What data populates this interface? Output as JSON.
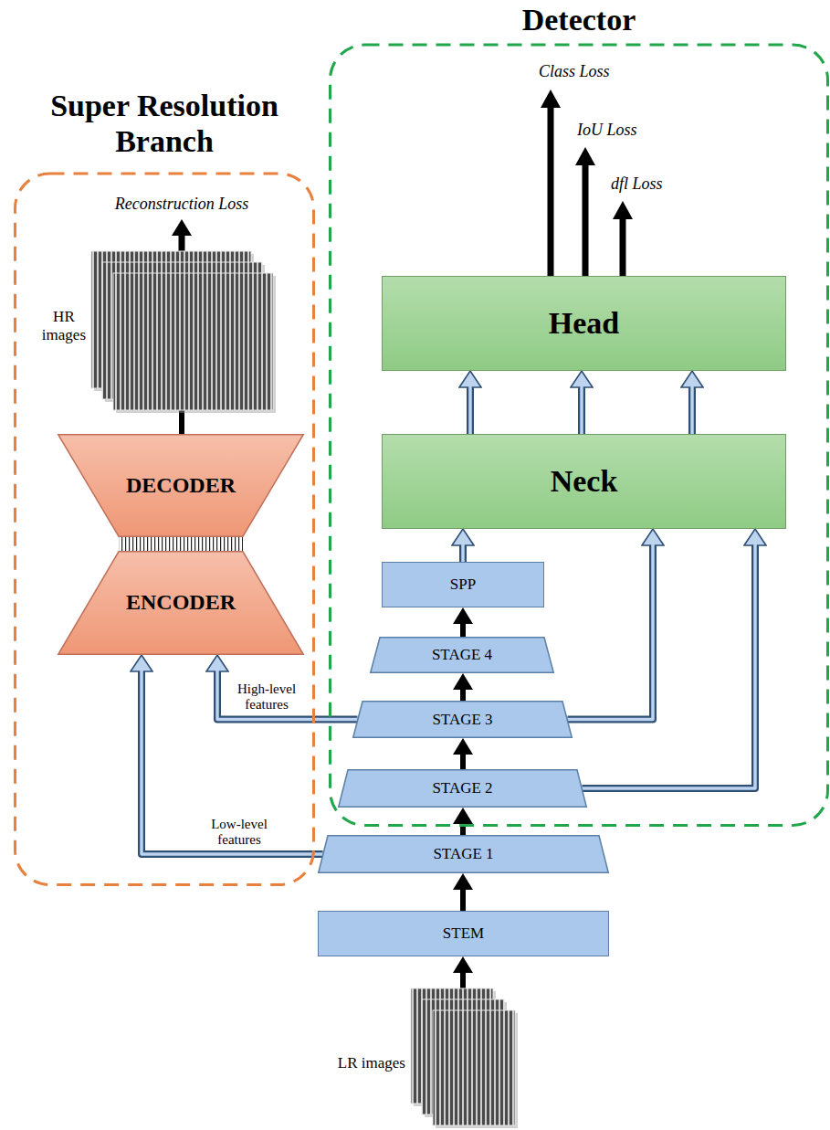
{
  "diagram": {
    "nodes": [
      {
        "text": [
          "Detector"
        ]
      },
      {
        "text": [
          "Head"
        ],
        "in": 0
      },
      {
        "text": [
          "Neck"
        ],
        "in": 0
      },
      {
        "text": [
          "Super Resolution Branch"
        ]
      },
      {
        "text": [
          "HR images"
        ],
        "in": 3
      },
      {
        "text": [
          "DECODER"
        ],
        "in": 3
      },
      {
        "text": [
          "ENCODER"
        ],
        "in": 3
      },
      {
        "text": [
          "SPP"
        ],
        "in": 0
      },
      {
        "text": [
          "STAGE 4"
        ],
        "in": 0
      },
      {
        "text": [
          "STAGE 3"
        ],
        "in": 0
      },
      {
        "text": [
          "STAGE 2"
        ],
        "in": 0
      },
      {
        "text": [
          "STAGE 1"
        ]
      },
      {
        "text": [
          "STEM"
        ]
      },
      {
        "text": [
          "LR images"
        ]
      }
    ],
    "edges": [
      {
        "from": 13,
        "to": 12,
        "arrow": "to"
      },
      {
        "from": 12,
        "to": 11,
        "arrow": "to"
      },
      {
        "from": 11,
        "to": 10,
        "arrow": "to"
      },
      {
        "from": 10,
        "to": 9,
        "arrow": "to"
      },
      {
        "from": 9,
        "to": 8,
        "arrow": "to"
      },
      {
        "from": 8,
        "to": 7,
        "arrow": "to"
      },
      {
        "from": 7,
        "to": 2,
        "arrow": "to"
      },
      {
        "from": 9,
        "to": 2,
        "arrow": "to"
      },
      {
        "from": 10,
        "to": 2,
        "arrow": "to"
      },
      {
        "from": 2,
        "to": 1,
        "arrow": "to"
      },
      {
        "from": 2,
        "to": 1,
        "arrow": "to"
      },
      {
        "from": 2,
        "to": 1,
        "arrow": "to"
      },
      {
        "from": 9,
        "to": 6,
        "label": "High-level features",
        "arrow": "to"
      },
      {
        "from": 11,
        "to": 6,
        "label": "Low-level features",
        "arrow": "to"
      },
      {
        "from": 6,
        "to": 5,
        "arrow": "none"
      },
      {
        "from": 5,
        "to": 4,
        "arrow": "none"
      }
    ],
    "labels": [
      "Class Loss",
      "IoU Loss",
      "dfl Loss",
      "Reconstruction Loss"
    ]
  }
}
